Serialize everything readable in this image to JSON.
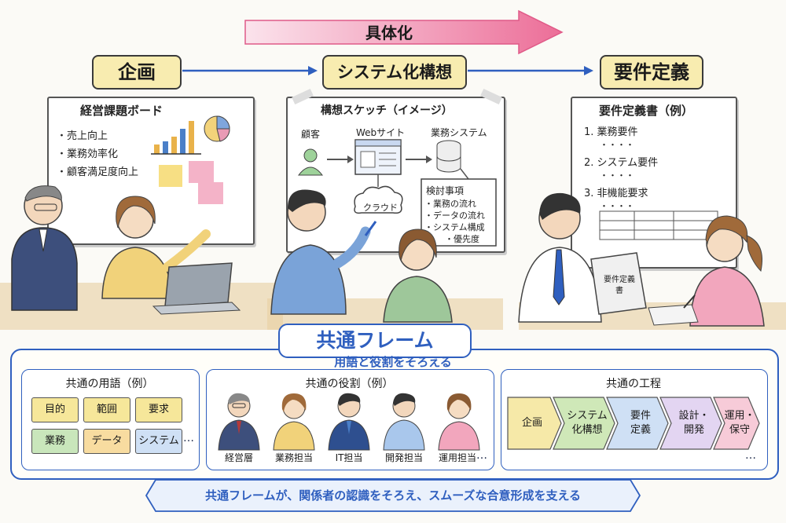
{
  "top_arrow_label": "具体化",
  "stages": [
    "企画",
    "システム化構想",
    "要件定義"
  ],
  "board1": {
    "title": "経営課題ボード",
    "bullets": [
      "・売上向上",
      "・業務効率化",
      "・顧客満足度向上"
    ]
  },
  "board2": {
    "title": "構想スケッチ（イメージ）",
    "customer": "顧客",
    "web": "Webサイト",
    "system": "業務システム",
    "cloud": "クラウド",
    "review_title": "検討事項",
    "review_items": [
      "・業務の流れ",
      "・データの流れ",
      "・システム構成",
      "・優先度"
    ]
  },
  "board3": {
    "title": "要件定義書（例）",
    "items": [
      "1. 業務要件",
      "・・・・",
      "2. システム要件",
      "・・・・",
      "3. 非機能要求",
      "・・・・"
    ],
    "doc_label": "要件定義書"
  },
  "frame": {
    "title": "共通フレーム",
    "subtitle": "用語と役割をそろえる",
    "footer": "共通フレームが、関係者の認識をそろえ、スムーズな合意形成を支える"
  },
  "terms_panel": {
    "title": "共通の用語（例）",
    "terms": [
      "目的",
      "範囲",
      "要求",
      "業務",
      "データ",
      "システム"
    ],
    "more": "…"
  },
  "roles_panel": {
    "title": "共通の役割（例）",
    "roles": [
      "経営層",
      "業務担当",
      "IT担当",
      "開発担当",
      "運用担当"
    ],
    "more": "…"
  },
  "process_panel": {
    "title": "共通の工程",
    "steps": [
      "企画",
      "システム\n化構想",
      "要件\n定義",
      "設計・\n開発",
      "運用・\n保守"
    ],
    "more": "…"
  },
  "colors": {
    "frame_blue": "#2f5fbf",
    "stage_yellow": "#f8ecb0",
    "pink_arrow": "#f08fb0"
  }
}
